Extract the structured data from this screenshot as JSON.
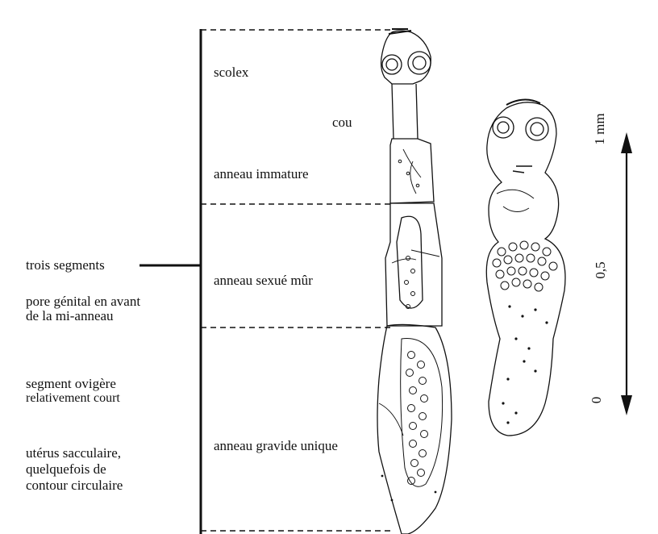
{
  "regions": {
    "scolex": "scolex",
    "neck": "cou",
    "immature": "anneau immature",
    "mature": "anneau sexué mûr",
    "gravid": "anneau gravide unique"
  },
  "notes": {
    "segments": "trois segments",
    "pore_line1": "pore génital en avant",
    "pore_line2": "de la mi-anneau",
    "ovigerous_line1": "segment ovigère",
    "ovigerous_line2": "relativement court",
    "uterus_line1": "utérus sacculaire,",
    "uterus_line2": "quelquefois de",
    "uterus_line3": "contour circulaire"
  },
  "scale": {
    "top": "1 mm",
    "mid": "0,5",
    "bottom": "0"
  }
}
